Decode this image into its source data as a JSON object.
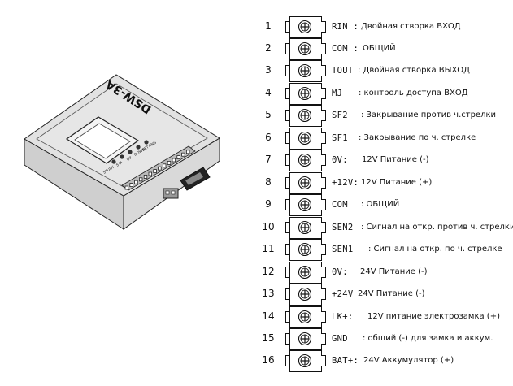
{
  "device": {
    "model_label": "DSW-3A",
    "indicator_labels": [
      "STUDY",
      "STA",
      "UP",
      "DOWN",
      "SETTING"
    ]
  },
  "terminals": [
    {
      "num": "1",
      "code": "RIN :",
      "desc": "Двойная створка ВХОД"
    },
    {
      "num": "2",
      "code": "COM :",
      "desc": "ОБЩИЙ"
    },
    {
      "num": "3",
      "code": "TOUT",
      "desc": ": Двойная створка ВЫХОД"
    },
    {
      "num": "4",
      "code": "MJ",
      "desc": ": контроль доступа ВХОД"
    },
    {
      "num": "5",
      "code": "SF2",
      "desc": ": Закрывание против ч.стрелки"
    },
    {
      "num": "6",
      "code": "SF1",
      "desc": ": Закрывание по ч. стрелке"
    },
    {
      "num": "7",
      "code": "0V:",
      "desc": "12V Питание (-)"
    },
    {
      "num": "8",
      "code": "+12V:",
      "desc": "12V Питание (+)"
    },
    {
      "num": "9",
      "code": "COM",
      "desc": ": ОБЩИЙ"
    },
    {
      "num": "10",
      "code": "SEN2",
      "desc": ": Сигнал на откр. против ч. стрелки"
    },
    {
      "num": "11",
      "code": "SEN1",
      "desc": ": Сигнал на откр. по ч. стрелке"
    },
    {
      "num": "12",
      "code": "0V:",
      "desc": "24V Питание (-)"
    },
    {
      "num": "13",
      "code": "+24V",
      "desc": "24V Питание (-)"
    },
    {
      "num": "14",
      "code": "LK+:",
      "desc": "12V питание электрозамка (+)"
    },
    {
      "num": "15",
      "code": "GND",
      "desc": ": общий (-) для замка и аккум."
    },
    {
      "num": "16",
      "code": "BAT+:",
      "desc": "24V Аккумулятор (+)"
    }
  ]
}
